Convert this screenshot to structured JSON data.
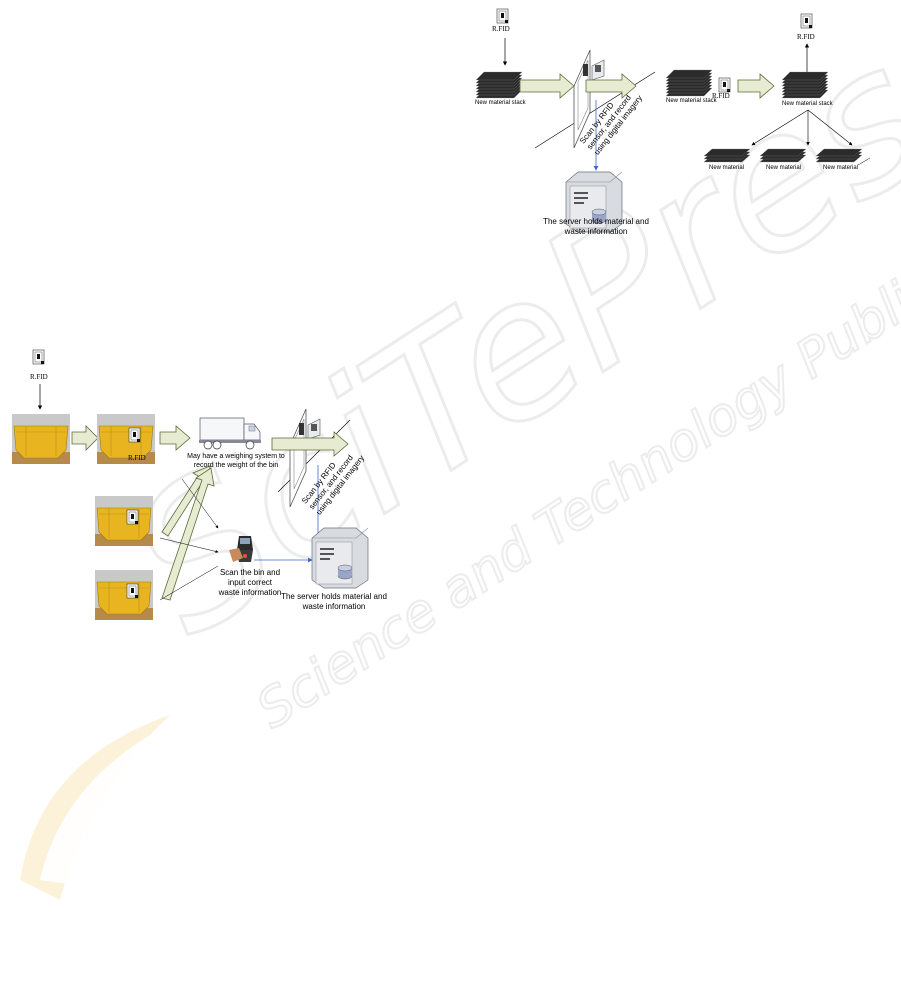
{
  "watermark": {
    "line1": "SciTePress",
    "line2": "Science and Technology Publications"
  },
  "top_diagram": {
    "rfid_left": "R.FID",
    "rfid_right": "R.FID",
    "rfid_tag": "R.FID",
    "stack1": "New material stack",
    "stack2": "New material stack",
    "stack3": "New material stack",
    "scan_text": [
      "Scan by RFID",
      "sensor, and record",
      "using digital imagery"
    ],
    "server_text": [
      "The server holds material and",
      "waste information"
    ],
    "materials": [
      "New material",
      "New material",
      "New material"
    ]
  },
  "bottom_diagram": {
    "rfid": "R.FID",
    "bin_tag": "R.FID",
    "weigh_text": [
      "May have a  weighing system to",
      "record the weight of the bin"
    ],
    "scan_text": [
      "Scan by RFID",
      "sensor, and record",
      "using digital imagery"
    ],
    "scanner_text": [
      "Scan the bin and",
      "input correct",
      "waste information"
    ],
    "server_text": [
      "The server holds material and",
      "waste information"
    ]
  },
  "colors": {
    "arrow_fill": "#e6ebd2",
    "arrow_stroke": "#5c6b3a",
    "bin": "#e8b521",
    "blue_line": "#3f67c8",
    "watermark": "#f3f3f3",
    "watermark_orange": "#fcefc6"
  }
}
